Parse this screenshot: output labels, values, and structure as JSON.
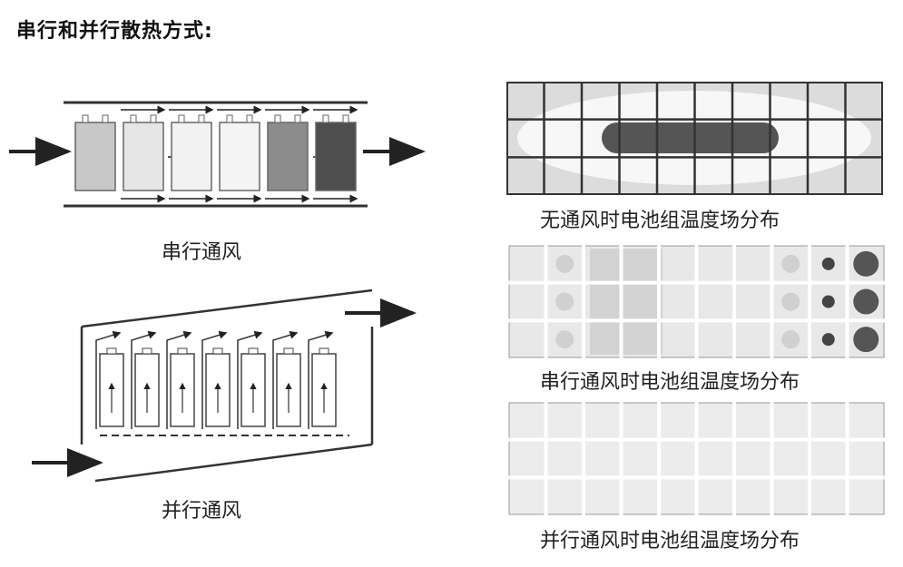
{
  "title": "串行和并行散热方式:",
  "captions": {
    "series_ventilation": "串行通风",
    "parallel_ventilation": "并行通风",
    "no_vent_field": "无通风时电池组温度场分布",
    "series_field": "串行通风时电池组温度场分布",
    "parallel_field": "并行通风时电池组温度场分布"
  },
  "colors": {
    "line": "#333333",
    "cell_light": "#efefef",
    "hot": "#555555"
  },
  "series_cell_shades": [
    "#c8c8c8",
    "#e6e6e6",
    "#f2f2f2",
    "#f4f4f4",
    "#8c8c8c",
    "#4e4e4e"
  ],
  "series_field_blobs": [
    0,
    1,
    0,
    0,
    0,
    0,
    0,
    1,
    2,
    3
  ]
}
